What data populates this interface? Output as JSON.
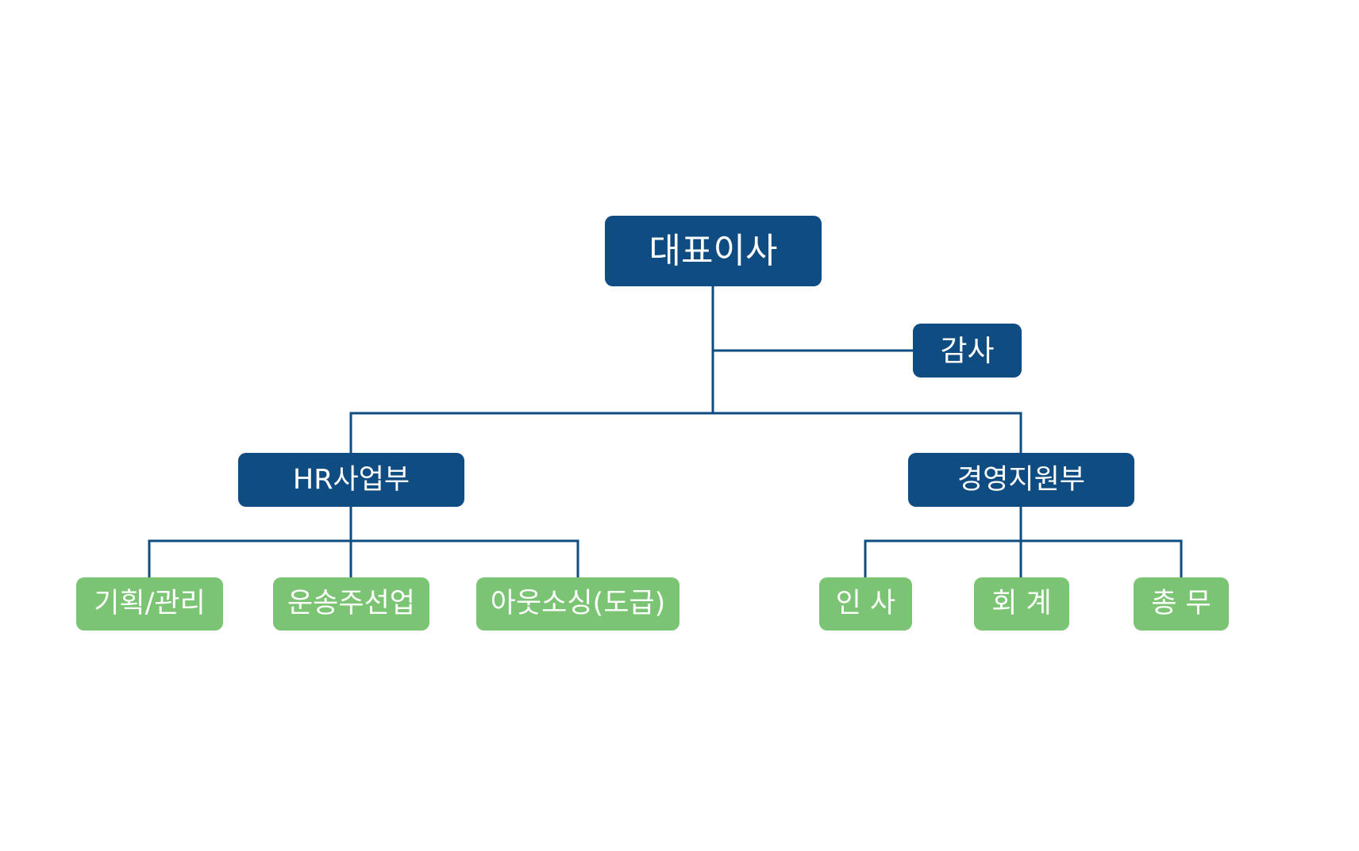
{
  "org_chart": {
    "colors": {
      "navy": "#0f4c81",
      "green": "#7ac474",
      "text": "#ffffff",
      "background": "#ffffff"
    },
    "ceo": "대표이사",
    "audit": "감사",
    "departments": [
      {
        "label": "HR사업부",
        "teams": [
          "기획/관리",
          "운송주선업",
          "아웃소싱(도급)"
        ]
      },
      {
        "label": "경영지원부",
        "teams": [
          "인 사",
          "회 계",
          "총 무"
        ]
      }
    ]
  }
}
